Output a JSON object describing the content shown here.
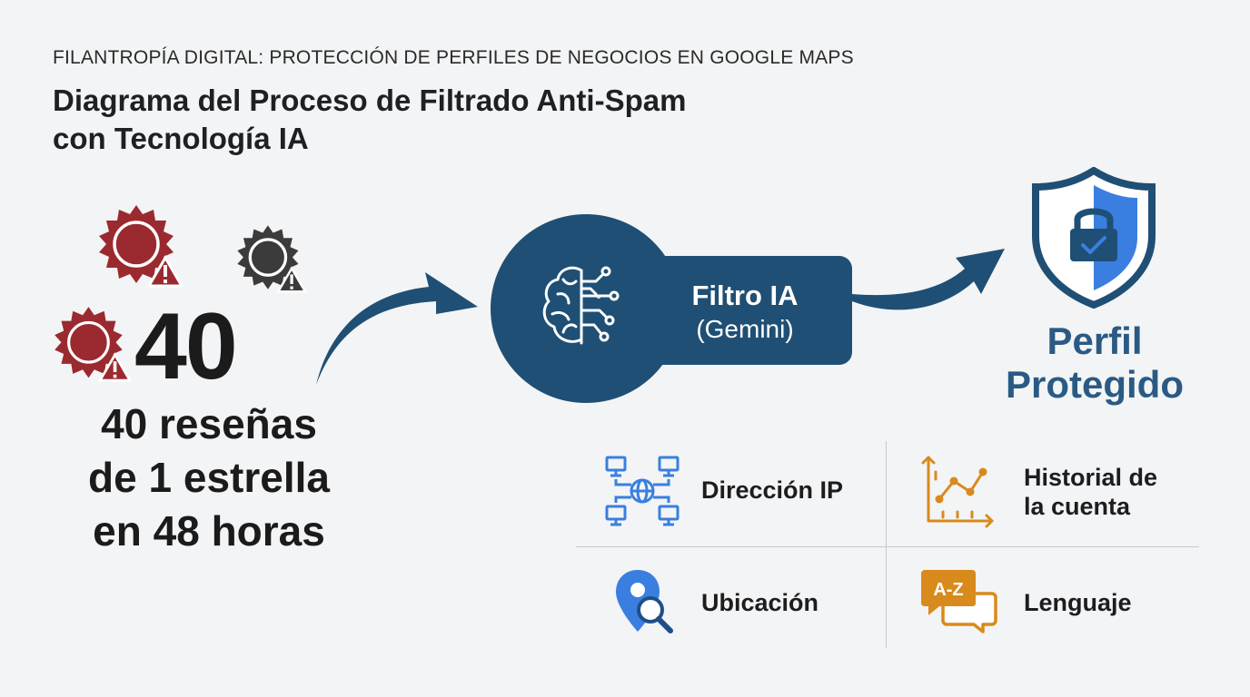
{
  "header": {
    "eyebrow": "FILANTROPÍA DIGITAL: PROTECCIÓN DE PERFILES DE NEGOCIOS EN GOOGLE MAPS",
    "title_line1": "Diagrama del Proceso de Filtrado Anti-Spam",
    "title_line2": "con Tecnología IA"
  },
  "spam": {
    "count": "40",
    "line1": "40 reseñas",
    "line2": "de 1 estrella",
    "line3": "en 48 horas",
    "icon_color_red": "#9b2a30",
    "icon_color_dark": "#3b3b3b"
  },
  "filter": {
    "title": "Filtro IA",
    "subtitle": "(Gemini)",
    "color": "#1f4f74"
  },
  "result": {
    "line1": "Perfil",
    "line2": "Protegido",
    "color": "#2a5a84"
  },
  "features": {
    "ip": "Dirección IP",
    "history_line1": "Historial de",
    "history_line2": "la cuenta",
    "location": "Ubicación",
    "language": "Lenguaje",
    "language_icon_text": "A-Z",
    "blue": "#3a7fe0",
    "orange": "#d98a1c"
  }
}
